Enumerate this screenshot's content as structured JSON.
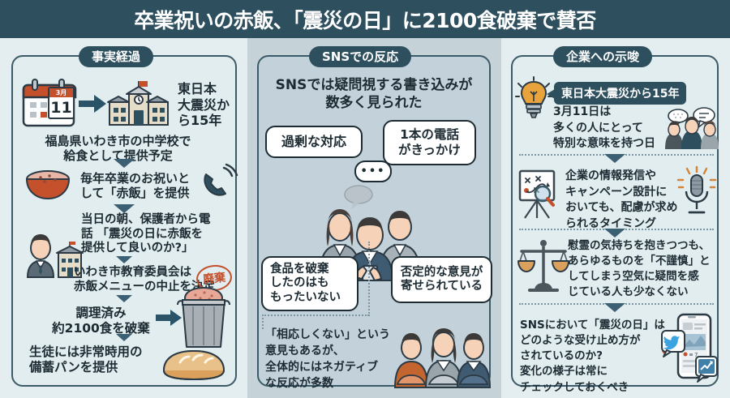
{
  "title": "卒業祝いの赤飯、「震災の日」に2100食破棄で賛否",
  "colors": {
    "titlebar": "#2e4f5e",
    "panel_bg": "#e1edef",
    "mid_panel_bg": "#c3d2da",
    "accent_dark": "#2e4f5e",
    "stamp_red": "#c4502c",
    "page_bg": "#e4edef"
  },
  "columns": {
    "left": {
      "header": "事実経過",
      "calendar": {
        "month": "3月",
        "day": "11"
      },
      "icons": [
        "calendar-icon",
        "school-icon",
        "rice-bowl-icon",
        "telephone-icon",
        "person-school-icon",
        "trash-can-icon",
        "bread-icon"
      ],
      "steps": [
        {
          "text": "東日本\n大震災か\nら15年"
        },
        {
          "text": "福島県いわき市の中学校で\n給食として提供予定"
        },
        {
          "text": "毎年卒業のお祝いと\nして「赤飯」を提供"
        },
        {
          "text": "当日の朝、保護者から電\n話 「震災の日に赤飯を\n提供して良いのか?」"
        },
        {
          "text": "いわき市教育委員会は\n赤飯メニューの中止を決定"
        },
        {
          "text": "調理済み\n約2100食を破棄"
        },
        {
          "text": "生徒には非常時用の\n備蓄パンを提供"
        }
      ],
      "stamp": "廃棄"
    },
    "mid": {
      "header": "SNSでの反応",
      "lead": "SNSでは疑問視する書き込みが\n数多く見られた",
      "bubbles": [
        {
          "name": "bubble-excessive-response",
          "text": "過剰な対応"
        },
        {
          "name": "bubble-one-phone-call",
          "text": "1本の電話\nがきっかけ"
        },
        {
          "name": "bubble-ellipsis",
          "text": "•••"
        },
        {
          "name": "bubble-wasteful",
          "text": "食品を破棄\nしたのはも\nもったいない"
        },
        {
          "name": "bubble-negative-opinions",
          "text": "否定的な意見が\n寄せられている"
        }
      ],
      "footnote": "「相応しくない」という\n意見もあるが、\n全体的にはネガティブ\nな反応が多数"
    },
    "right": {
      "header": "企業への示唆",
      "badge": "東日本大震災から15年",
      "items": [
        {
          "icon": "lightbulb-icon",
          "text": "3月11日は\n多くの人にとって\n特別な意味を持つ日",
          "side_icon": "people-talking-icon"
        },
        {
          "icon": "whiteboard-strategy-icon",
          "text": "企業の情報発信や\nキャンペーン設計に\nおいても、配慮が求め\nられるタイミング",
          "side_icon": "microphone-icon"
        },
        {
          "icon": "balance-scale-icon",
          "text": "慰霊の気持ちを抱きつつも、\nあらゆるものを「不謹慎」と\nしてしまう空気に疑問を感\nじている人も少なくない",
          "side_icon": ""
        },
        {
          "icon": "",
          "text": "SNSにおいて「震災の日」は\nどのような受け止め方が\nされているのか?\n変化の様子は常に\nチェックしておくべき",
          "side_icon": "smartphone-trend-icon"
        }
      ]
    }
  }
}
